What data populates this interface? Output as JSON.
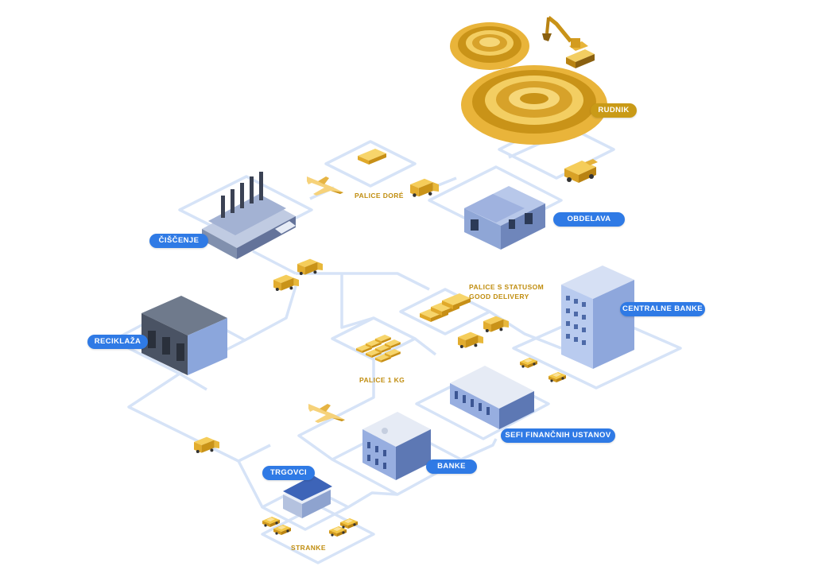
{
  "labels": {
    "rudnik": "RUDNIK",
    "obdelava": "OBDELAVA",
    "ciscenje": "ČIŠČENJE",
    "palice_dore": "PALICE DORÉ",
    "good_delivery_line1": "PALICE S STATUSOM",
    "good_delivery_line2": "GOOD DELIVERY",
    "centralne_banke": "CENTRALNE BANKE",
    "reciklaza": "RECIKLAŽA",
    "palice_1kg": "PALICE 1 KG",
    "sefi": "SEFI FINANČNIH USTANOV",
    "banke": "BANKE",
    "trgovci": "TRGOVCI",
    "stranke": "STRANKE"
  },
  "colors": {
    "path": "#d6e3f7",
    "label_blue": "#2f7ae5",
    "label_gold": "#c99a17",
    "gold_light": "#f2c94c",
    "gold_mid": "#e3b23c",
    "gold_dark": "#b8860b",
    "building_blue": "#9fb7e3",
    "building_dark": "#5f6f8f"
  },
  "icons": [
    "excavator-icon",
    "dump-truck-icon",
    "airplane-icon",
    "truck-icon",
    "car-icon",
    "gold-bar-icon",
    "factory-icon",
    "warehouse-icon",
    "skyscraper-icon",
    "office-building-icon",
    "shop-icon",
    "open-pit-mine-icon"
  ]
}
